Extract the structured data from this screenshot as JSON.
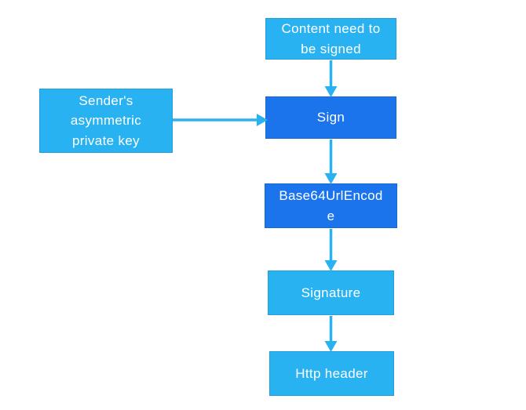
{
  "diagram": {
    "description": "Flowchart of signing content with a sender's asymmetric private key to produce an HTTP header signature",
    "nodes": [
      {
        "id": "content",
        "label": "Content need to\nbe signed",
        "full_text": "Content need to be signed",
        "variant": "light"
      },
      {
        "id": "sender-key",
        "label": "Sender's\nasymmetric\nprivate key",
        "full_text": "Sender's asymmetric private key",
        "variant": "light"
      },
      {
        "id": "sign",
        "label": "Sign",
        "full_text": "Sign",
        "variant": "dark"
      },
      {
        "id": "base64urlencode",
        "label": "Base64UrlEncod\ne",
        "full_text": "Base64UrlEncode",
        "variant": "dark"
      },
      {
        "id": "signature",
        "label": "Signature",
        "full_text": "Signature",
        "variant": "light"
      },
      {
        "id": "http-header",
        "label": "Http header",
        "full_text": "Http header",
        "variant": "light"
      }
    ],
    "edges": [
      {
        "from": "content",
        "to": "sign",
        "direction": "down"
      },
      {
        "from": "sender-key",
        "to": "sign",
        "direction": "right"
      },
      {
        "from": "sign",
        "to": "base64urlencode",
        "direction": "down"
      },
      {
        "from": "base64urlencode",
        "to": "signature",
        "direction": "down"
      },
      {
        "from": "signature",
        "to": "http-header",
        "direction": "down"
      }
    ]
  },
  "colors": {
    "node_light": "#29B2F2",
    "node_dark": "#1B74EC",
    "arrow": "#29B2F2",
    "text": "#FFFFFF",
    "background": "#FFFFFF"
  }
}
